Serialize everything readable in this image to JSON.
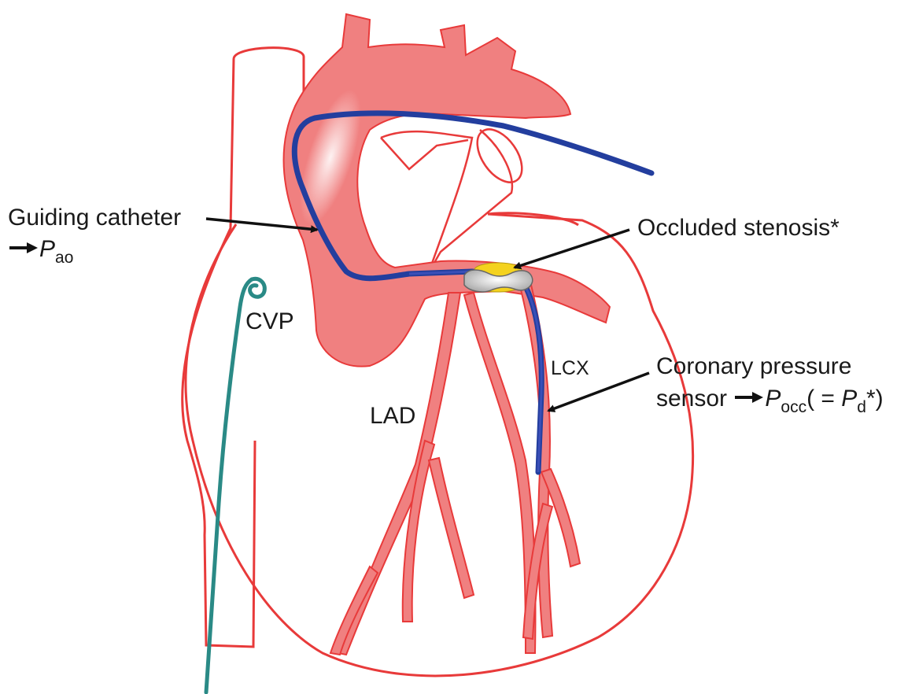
{
  "colors": {
    "vessel_fill": "#f08080",
    "vessel_outline": "#e83a3a",
    "catheter": "#233e9e",
    "venous_line": "#2a8a86",
    "plaque": "#f4d21e",
    "arrow": "#111111",
    "background": "#ffffff"
  },
  "labels": {
    "guiding_catheter": "Guiding catheter",
    "p_ao_symbol": "P",
    "p_ao_subscript": "ao",
    "cvp": "CVP",
    "occluded_stenosis": "Occluded stenosis*",
    "lad": "LAD",
    "lcx": "LCX",
    "coronary_pressure": "Coronary pressure",
    "sensor": "sensor",
    "p_occ_symbol": "P",
    "p_occ_subscript": "occ",
    "equals_open": "( = ",
    "p_d_symbol": "P",
    "p_d_subscript": "d",
    "asterisk_close": "*)"
  },
  "icons": [
    "right-arrow-icon",
    "balloon-icon",
    "pigtail-icon"
  ]
}
